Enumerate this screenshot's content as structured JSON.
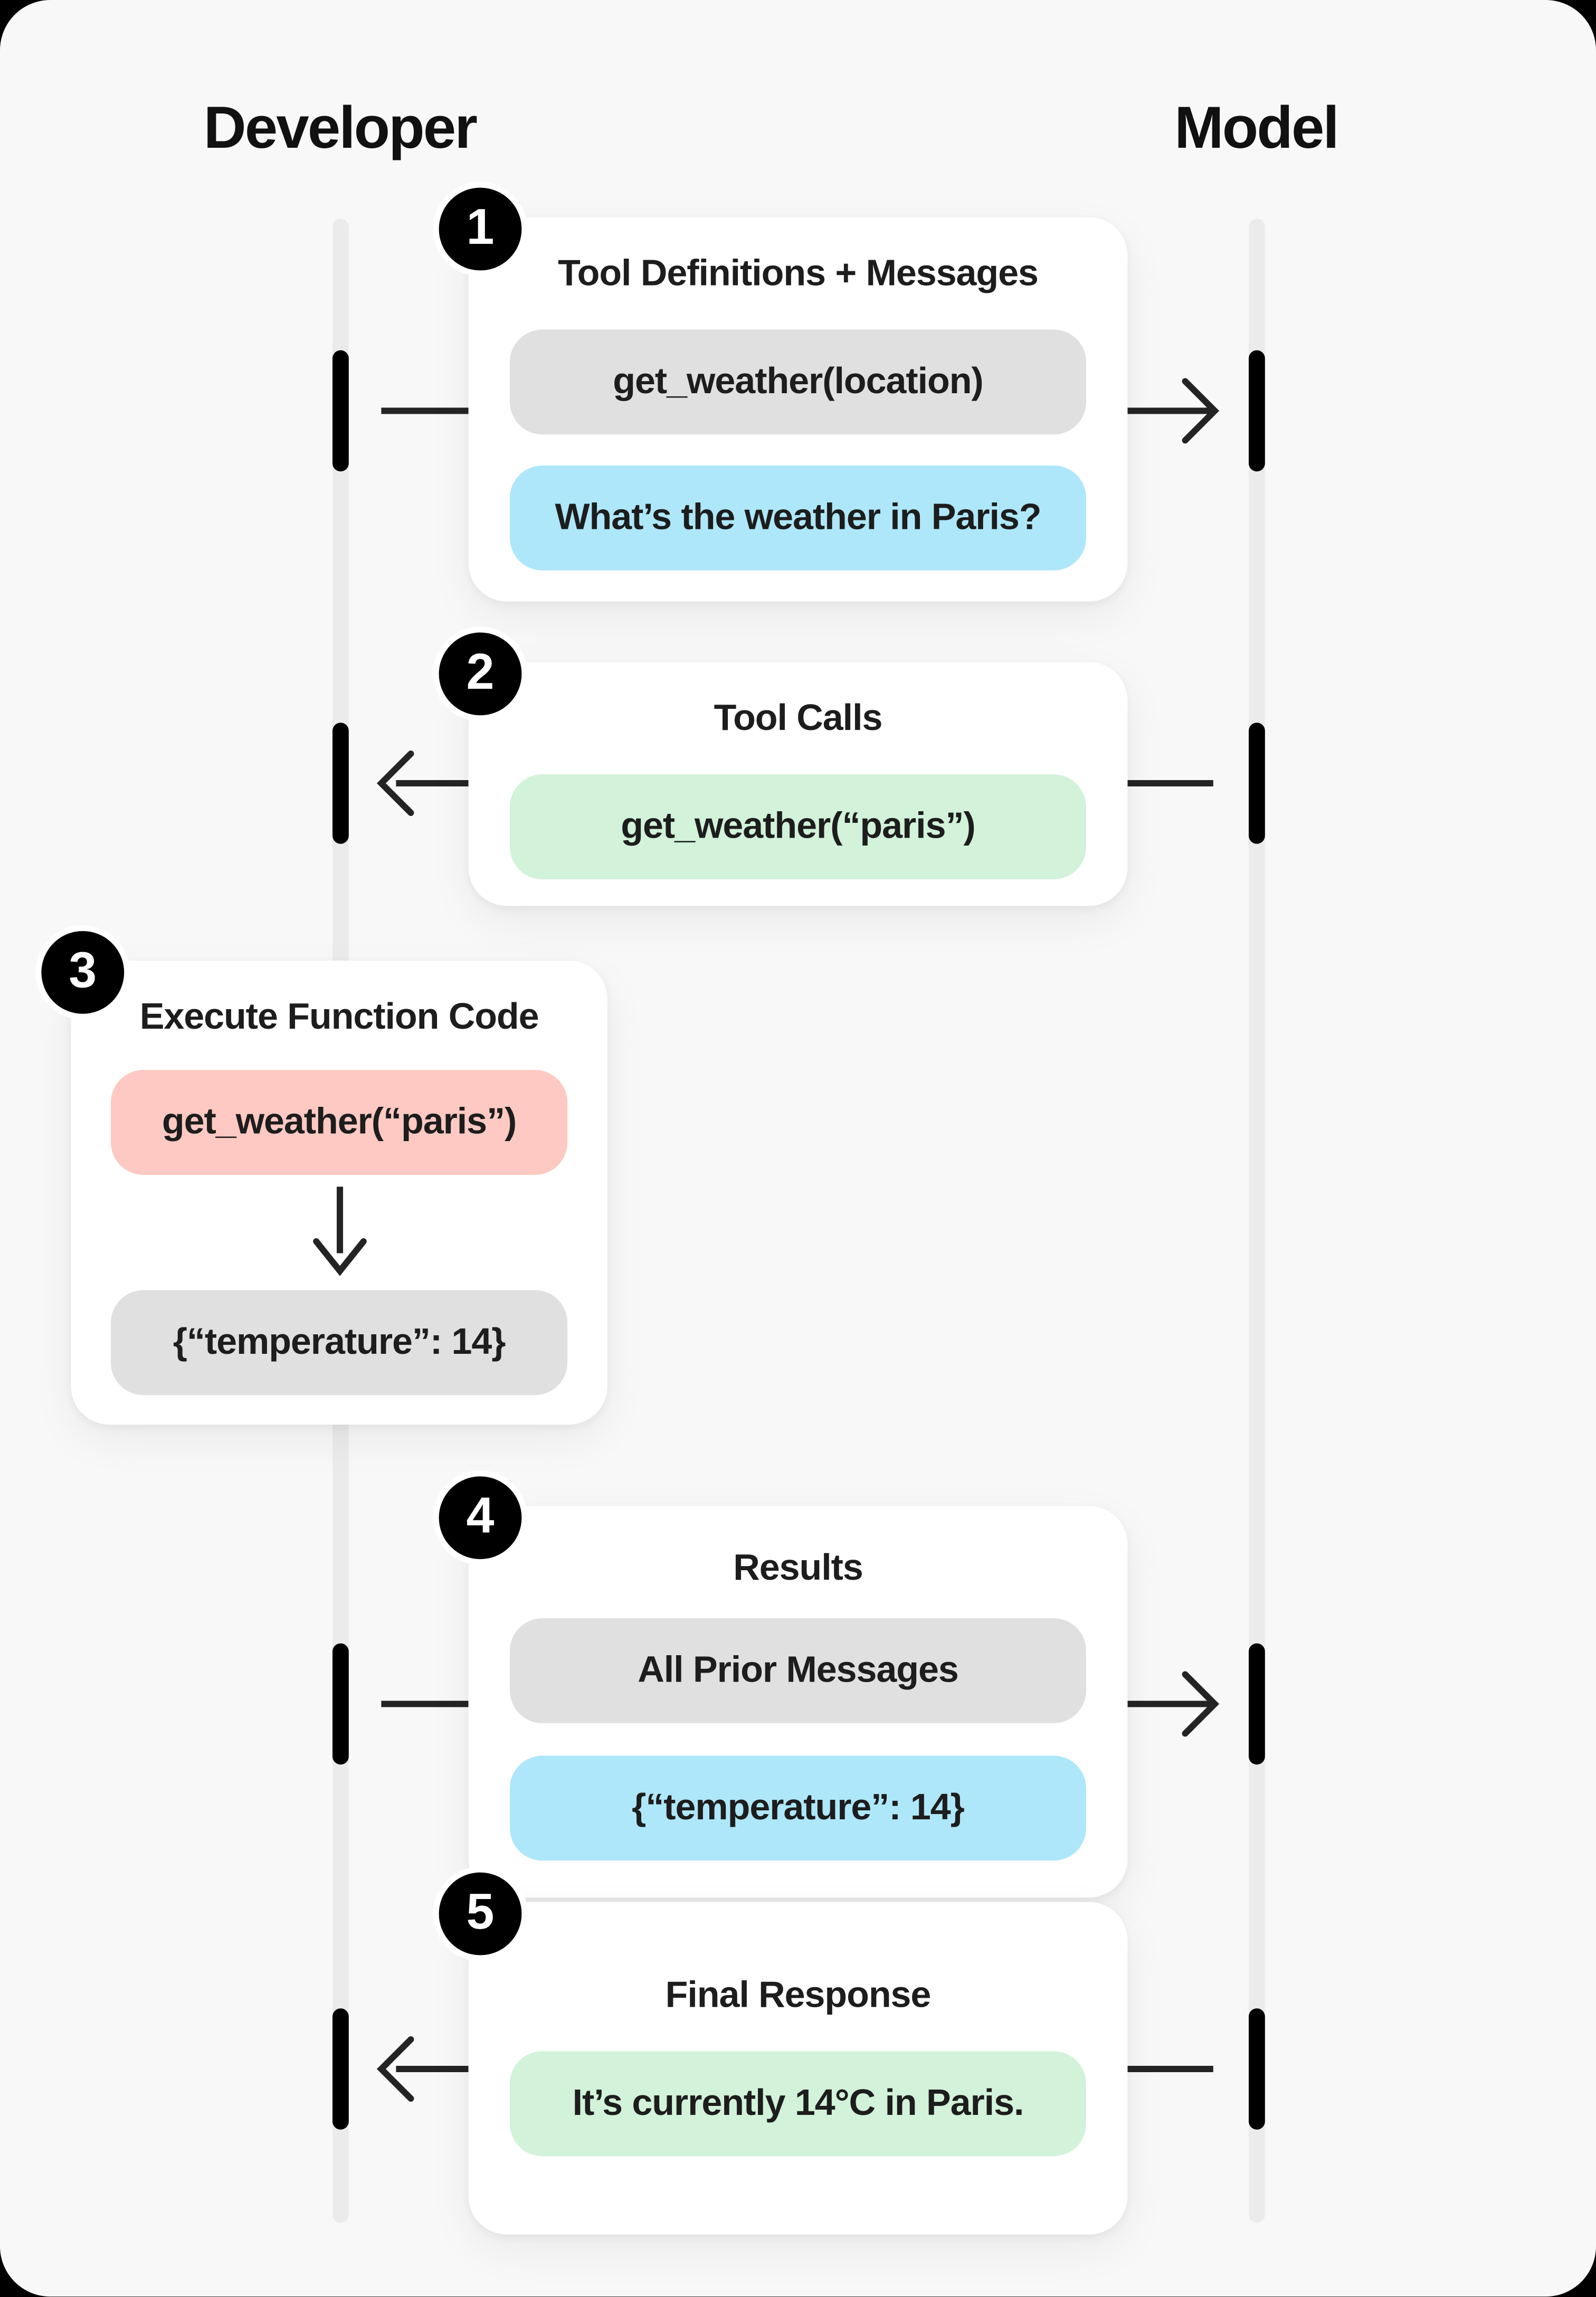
{
  "page": {
    "background": "#f8f8f8",
    "outside": "#000000",
    "description": "Function calling sequence diagram between Developer and Model"
  },
  "actors": {
    "left": "Developer",
    "right": "Model"
  },
  "colors": {
    "gray": "#e0e0e0",
    "blue": "#aee7f9",
    "green": "#d2f2da",
    "red": "#fec9c2",
    "card": "#ffffff",
    "lifeline": "#ebebeb",
    "activation": "#000000",
    "arrow": "#242424",
    "badge": "#000000",
    "badge_text": "#ffffff",
    "text": "#1d1d1d"
  },
  "cards": [
    {
      "step": "1",
      "title": "Tool Definitions + Messages",
      "pills": [
        {
          "variant": "gray",
          "text": "get_weather(location)"
        },
        {
          "variant": "blue",
          "text": "What’s the weather in Paris?"
        }
      ]
    },
    {
      "step": "2",
      "title": "Tool Calls",
      "pills": [
        {
          "variant": "green",
          "text": "get_weather(“paris”)"
        }
      ]
    },
    {
      "step": "3",
      "title": "Execute Function Code",
      "pills": [
        {
          "variant": "red",
          "text": "get_weather(“paris”)"
        },
        {
          "variant": "gray",
          "text": "{“temperature”: 14}"
        }
      ]
    },
    {
      "step": "4",
      "title": "Results",
      "pills": [
        {
          "variant": "gray",
          "text": "All Prior Messages"
        },
        {
          "variant": "blue",
          "text": "{“temperature”: 14}"
        }
      ]
    },
    {
      "step": "5",
      "title": "Final Response",
      "pills": [
        {
          "variant": "green",
          "text": "It’s currently 14°C in Paris."
        }
      ]
    }
  ]
}
